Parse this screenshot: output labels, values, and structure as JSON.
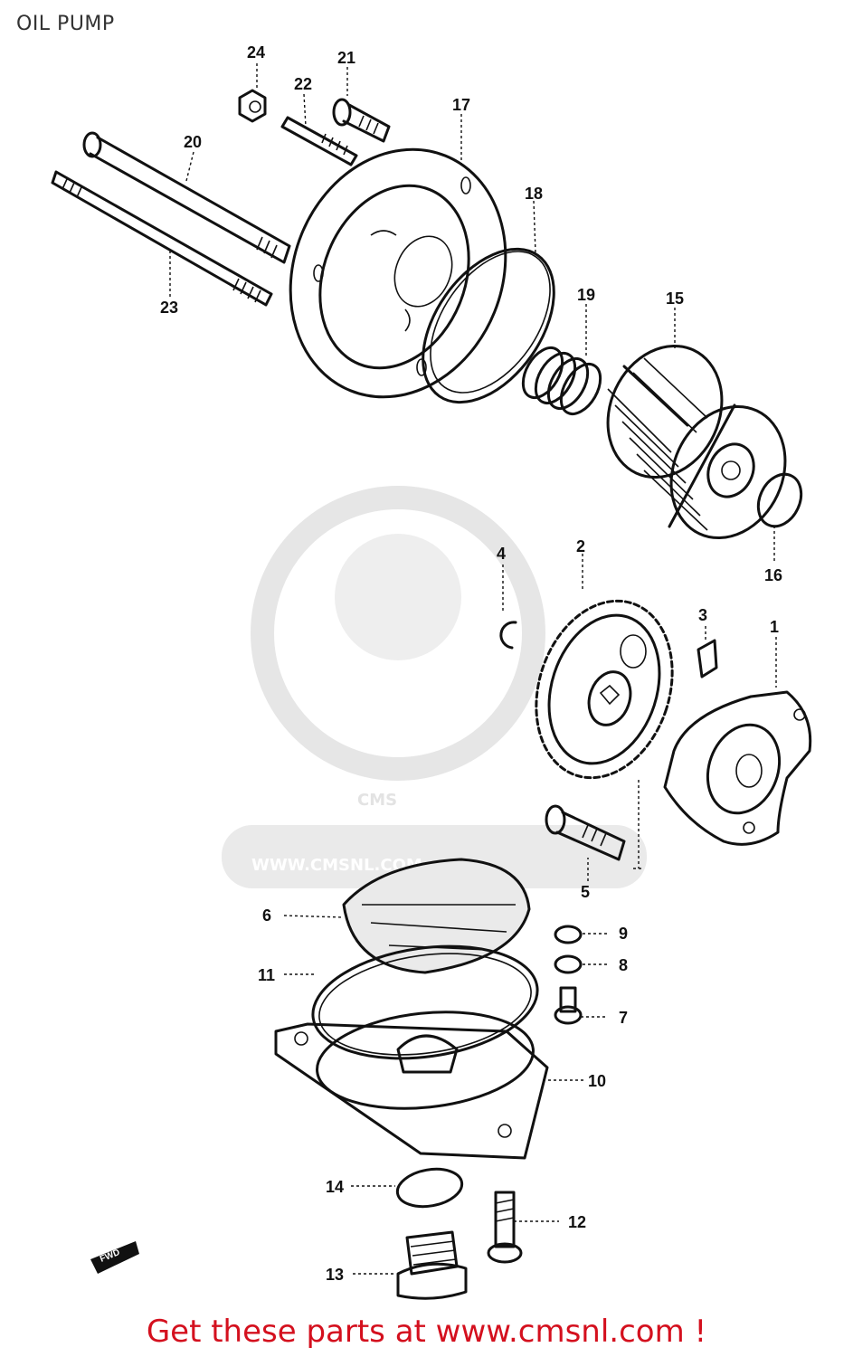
{
  "title": "OIL PUMP",
  "footer": "Get these parts at www.cmsnl.com !",
  "watermark": {
    "brand": "CMS",
    "url": "WWW.CMSNL.COM"
  },
  "arrow_label": "FWD",
  "colors": {
    "footer_text": "#d4101e",
    "line_art": "#111111",
    "watermark": "#e3e3e3"
  },
  "callouts": [
    "1",
    "2",
    "3",
    "4",
    "5",
    "6",
    "7",
    "8",
    "9",
    "10",
    "11",
    "12",
    "13",
    "14",
    "15",
    "16",
    "17",
    "18",
    "19",
    "20",
    "21",
    "22",
    "23",
    "24"
  ]
}
